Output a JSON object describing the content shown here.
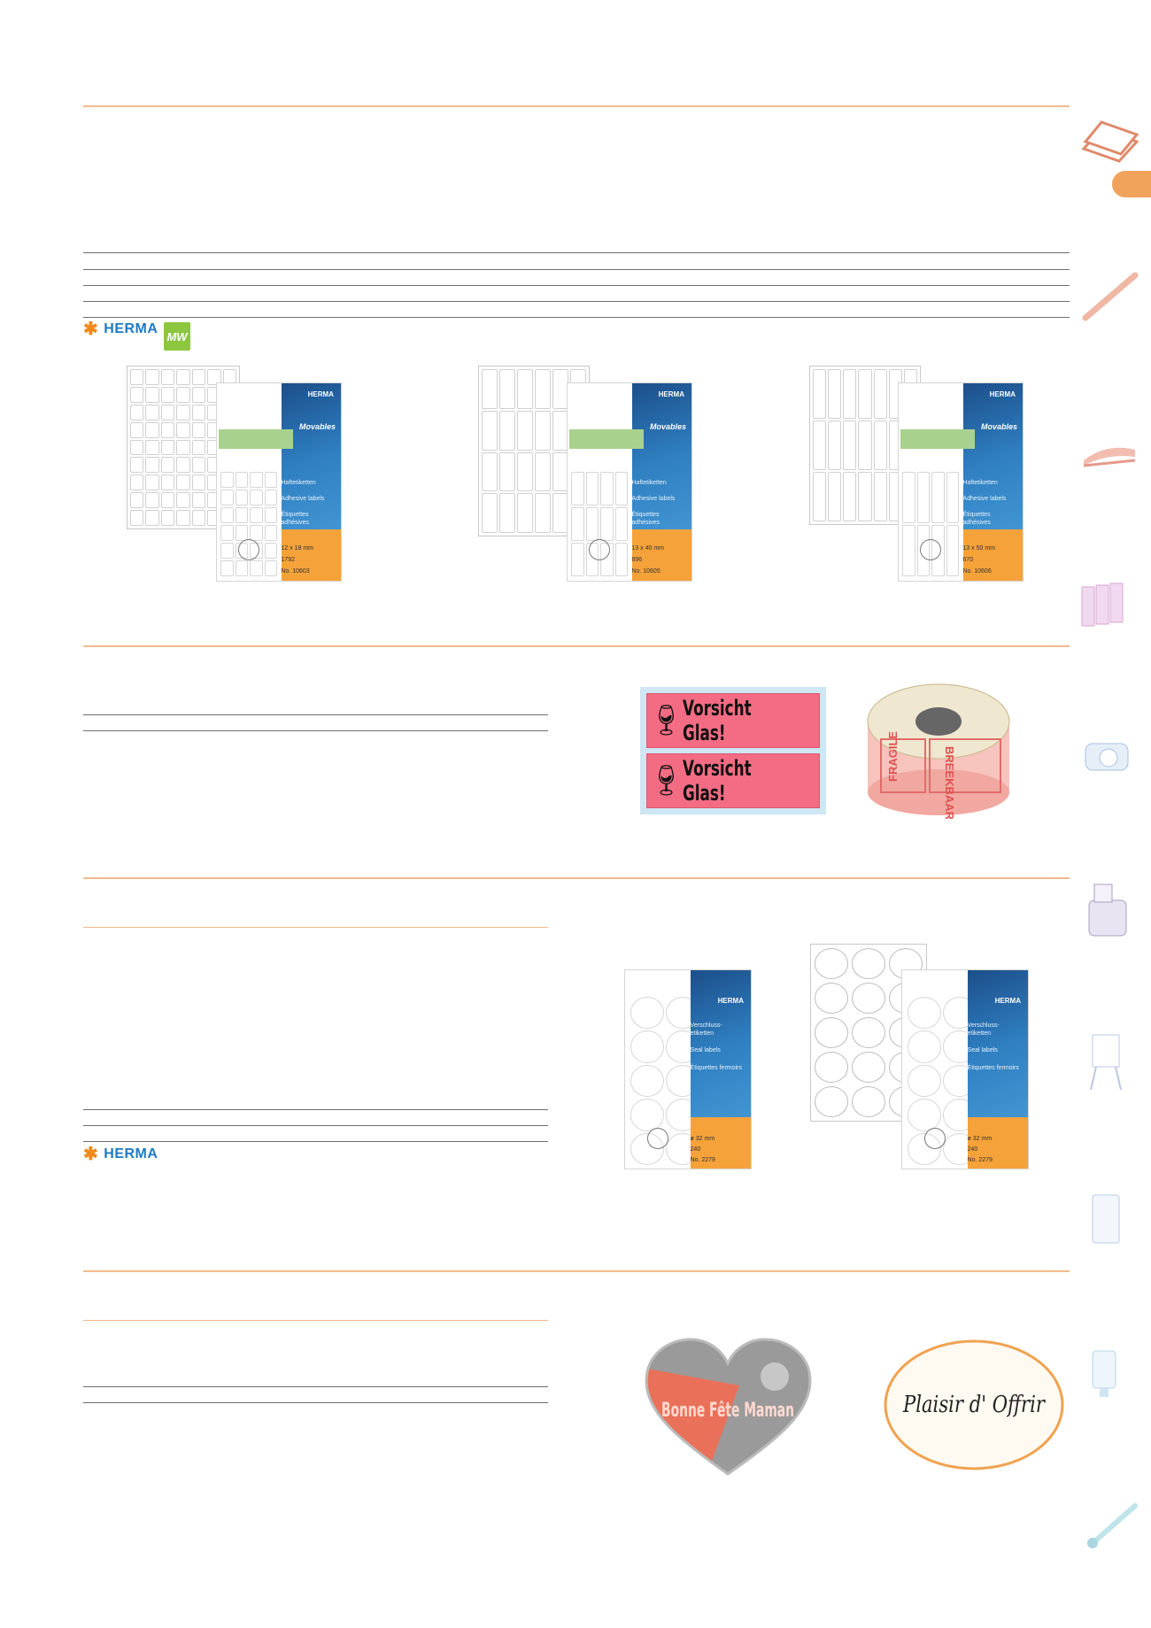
{
  "brand": {
    "logo_text": "HERMA",
    "movables_badge": "MW"
  },
  "section1": {
    "packs": [
      {
        "brand": "HERMA",
        "product": "Movables",
        "line1": "Haftetiketten",
        "line2": "Adhesive labels",
        "line3": "Étiquettes adhésives",
        "size": "12 x 18 mm",
        "count": "1792",
        "number": "No. 10603"
      },
      {
        "brand": "HERMA",
        "product": "Movables",
        "line1": "Haftetiketten",
        "line2": "Adhesive labels",
        "line3": "Étiquettes adhésives",
        "size": "13 x 40 mm",
        "count": "896",
        "number": "No. 10605"
      },
      {
        "brand": "HERMA",
        "product": "Movables",
        "line1": "Haftetiketten",
        "line2": "Adhesive labels",
        "line3": "Étiquettes adhésives",
        "size": "13 x 50 mm",
        "count": "670",
        "number": "No. 10606"
      }
    ]
  },
  "section2": {
    "warning_label_1": "Vorsicht Glas!",
    "warning_label_2": "Vorsicht Glas!",
    "roll_text_1": "FRAGILE",
    "roll_text_2": "BREEKBAAR"
  },
  "section3": {
    "packs": [
      {
        "brand": "HERMA",
        "line1": "Verschluss-etiketten",
        "line2": "Seal labels",
        "line3": "Étiquettes fermoirs",
        "size": "ø 32 mm",
        "count": "240",
        "number": "No. 2279"
      },
      {
        "brand": "HERMA",
        "line1": "Verschluss-etiketten",
        "line2": "Seal labels",
        "line3": "Étiquettes fermoirs",
        "size": "ø 32 mm",
        "count": "240",
        "number": "No. 2279"
      }
    ]
  },
  "section4": {
    "heart_label": "Bonne Fête Maman",
    "oval_label": "Plaisir d' Offrir"
  },
  "colors": {
    "orange_rule": "#f2b98a",
    "side_tab": "#f2a35b",
    "herma_blue": "#1f7ac2",
    "herma_star": "#f08a1c",
    "warning_pink": "#f36c83"
  }
}
